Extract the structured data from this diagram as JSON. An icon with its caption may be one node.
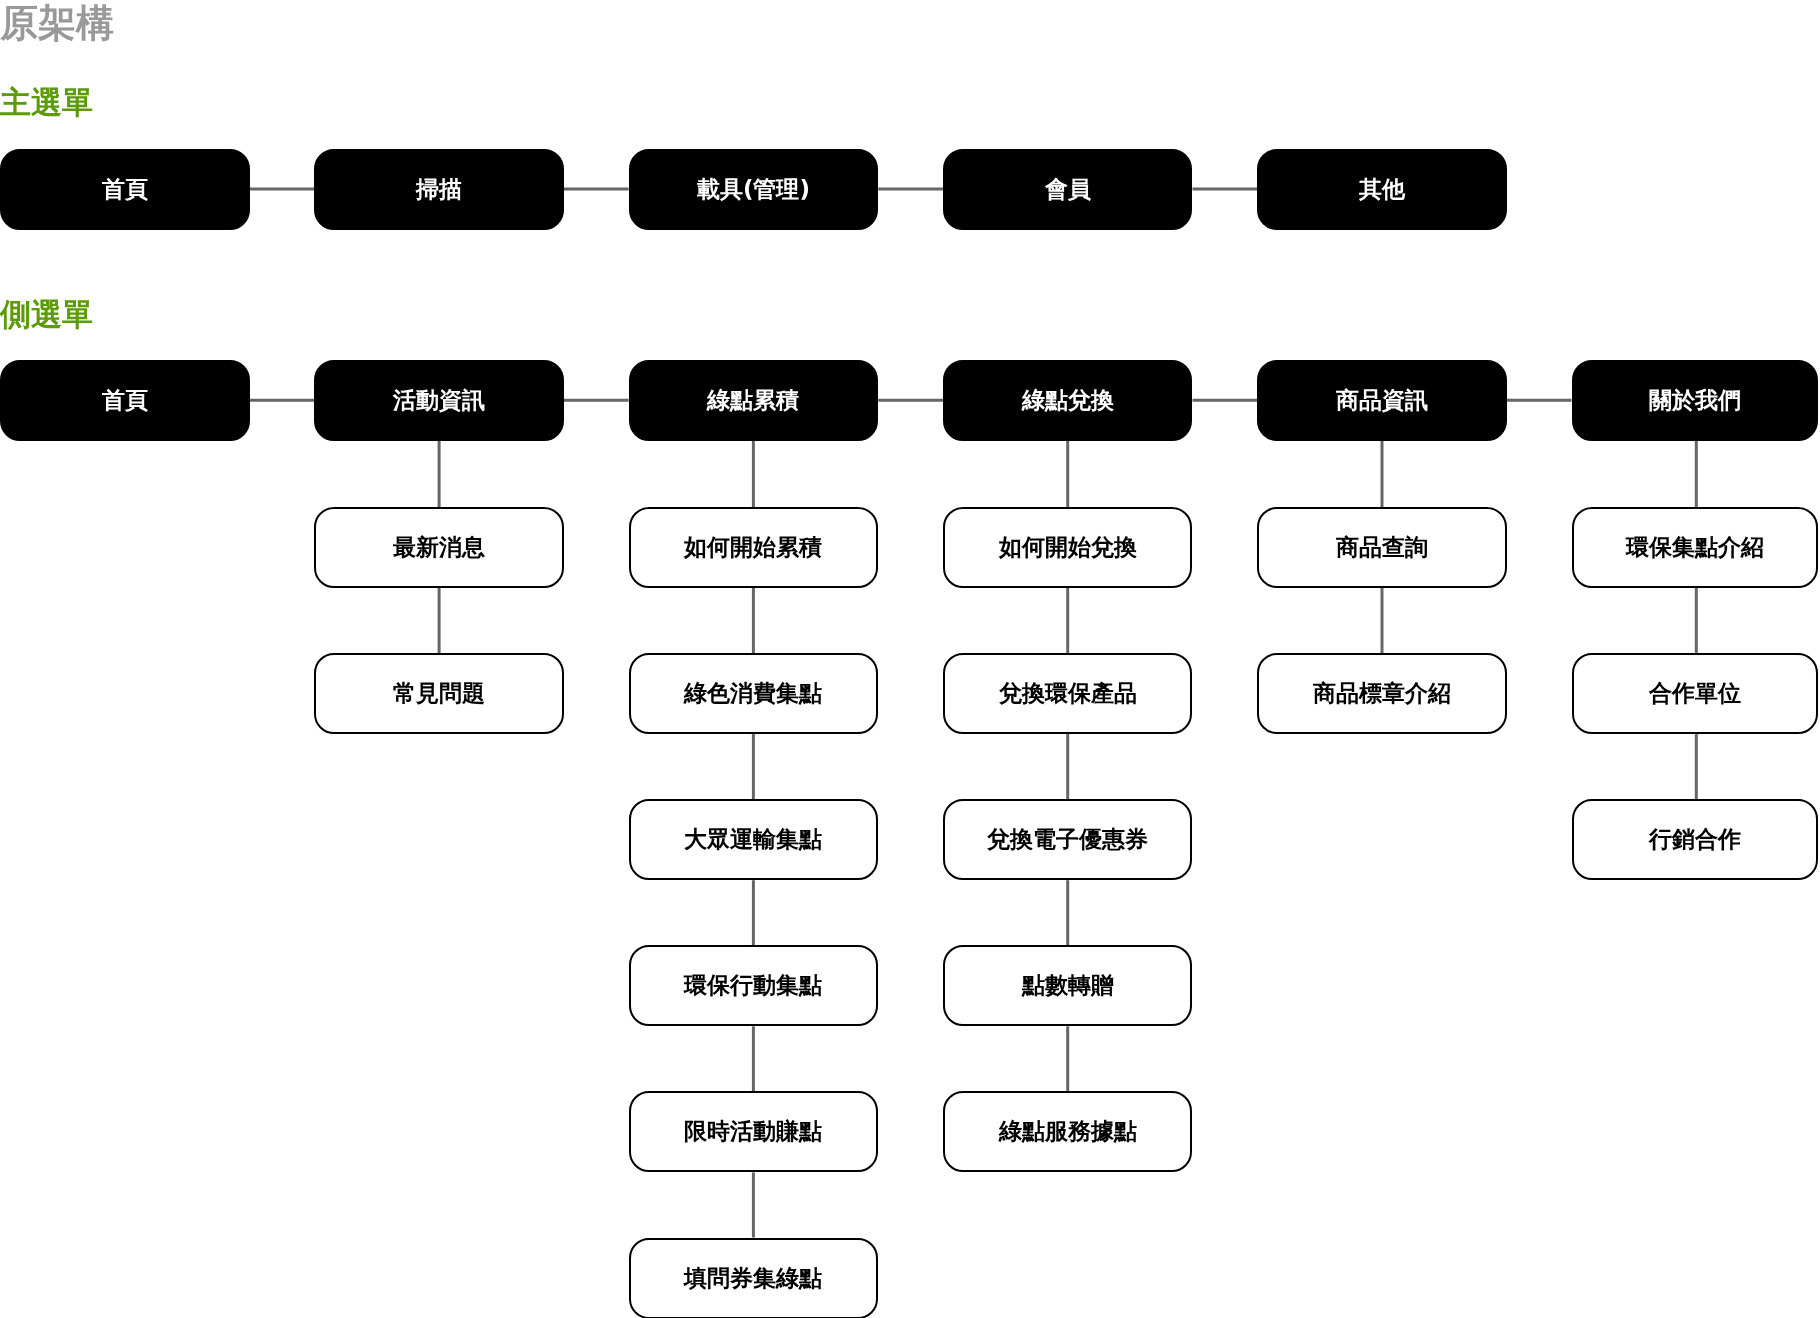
{
  "diagram": {
    "title": "原架構",
    "nodes": [
      {
        "text": [
          "首頁"
        ]
      },
      {
        "text": [
          "掃描"
        ]
      },
      {
        "text": [
          "載具(管理)"
        ]
      },
      {
        "text": [
          "會員"
        ]
      },
      {
        "text": [
          "其他"
        ]
      },
      {
        "text": [
          "首頁"
        ]
      },
      {
        "text": [
          "活動資訊"
        ]
      },
      {
        "text": [
          "綠點累積"
        ]
      },
      {
        "text": [
          "綠點兌換"
        ]
      },
      {
        "text": [
          "商品資訊"
        ]
      },
      {
        "text": [
          "關於我們"
        ]
      },
      {
        "text": [
          "最新消息"
        ]
      },
      {
        "text": [
          "常見問題"
        ]
      },
      {
        "text": [
          "如何開始累積"
        ]
      },
      {
        "text": [
          "綠色消費集點"
        ]
      },
      {
        "text": [
          "大眾運輸集點"
        ]
      },
      {
        "text": [
          "環保行動集點"
        ]
      },
      {
        "text": [
          "限時活動賺點"
        ]
      },
      {
        "text": [
          "填問券集綠點"
        ]
      },
      {
        "text": [
          "如何開始兌換"
        ]
      },
      {
        "text": [
          "兌換環保產品"
        ]
      },
      {
        "text": [
          "兌換電子優惠券"
        ]
      },
      {
        "text": [
          "點數轉贈"
        ]
      },
      {
        "text": [
          "綠點服務據點"
        ]
      },
      {
        "text": [
          "商品查詢"
        ]
      },
      {
        "text": [
          "商品標章介紹"
        ]
      },
      {
        "text": [
          "環保集點介紹"
        ]
      },
      {
        "text": [
          "合作單位"
        ]
      },
      {
        "text": [
          "行銷合作"
        ]
      }
    ],
    "edges": [
      {
        "from": 0,
        "to": 1,
        "arrow": "none"
      },
      {
        "from": 1,
        "to": 2,
        "arrow": "none"
      },
      {
        "from": 2,
        "to": 3,
        "arrow": "none"
      },
      {
        "from": 3,
        "to": 4,
        "arrow": "none"
      },
      {
        "from": 5,
        "to": 6,
        "arrow": "none"
      },
      {
        "from": 6,
        "to": 7,
        "arrow": "none"
      },
      {
        "from": 7,
        "to": 8,
        "arrow": "none"
      },
      {
        "from": 8,
        "to": 9,
        "arrow": "none"
      },
      {
        "from": 9,
        "to": 10,
        "arrow": "none"
      },
      {
        "from": 6,
        "to": 11,
        "arrow": "none"
      },
      {
        "from": 11,
        "to": 12,
        "arrow": "none"
      },
      {
        "from": 7,
        "to": 13,
        "arrow": "none"
      },
      {
        "from": 13,
        "to": 14,
        "arrow": "none"
      },
      {
        "from": 14,
        "to": 15,
        "arrow": "none"
      },
      {
        "from": 15,
        "to": 16,
        "arrow": "none"
      },
      {
        "from": 16,
        "to": 17,
        "arrow": "none"
      },
      {
        "from": 17,
        "to": 18,
        "arrow": "none"
      },
      {
        "from": 8,
        "to": 19,
        "arrow": "none"
      },
      {
        "from": 19,
        "to": 20,
        "arrow": "none"
      },
      {
        "from": 20,
        "to": 21,
        "arrow": "none"
      },
      {
        "from": 21,
        "to": 22,
        "arrow": "none"
      },
      {
        "from": 22,
        "to": 23,
        "arrow": "none"
      },
      {
        "from": 9,
        "to": 24,
        "arrow": "none"
      },
      {
        "from": 24,
        "to": 25,
        "arrow": "none"
      },
      {
        "from": 10,
        "to": 26,
        "arrow": "none"
      },
      {
        "from": 26,
        "to": 27,
        "arrow": "none"
      },
      {
        "from": 27,
        "to": 28,
        "arrow": "none"
      }
    ],
    "labels": [
      "主選單",
      "側選單"
    ]
  }
}
